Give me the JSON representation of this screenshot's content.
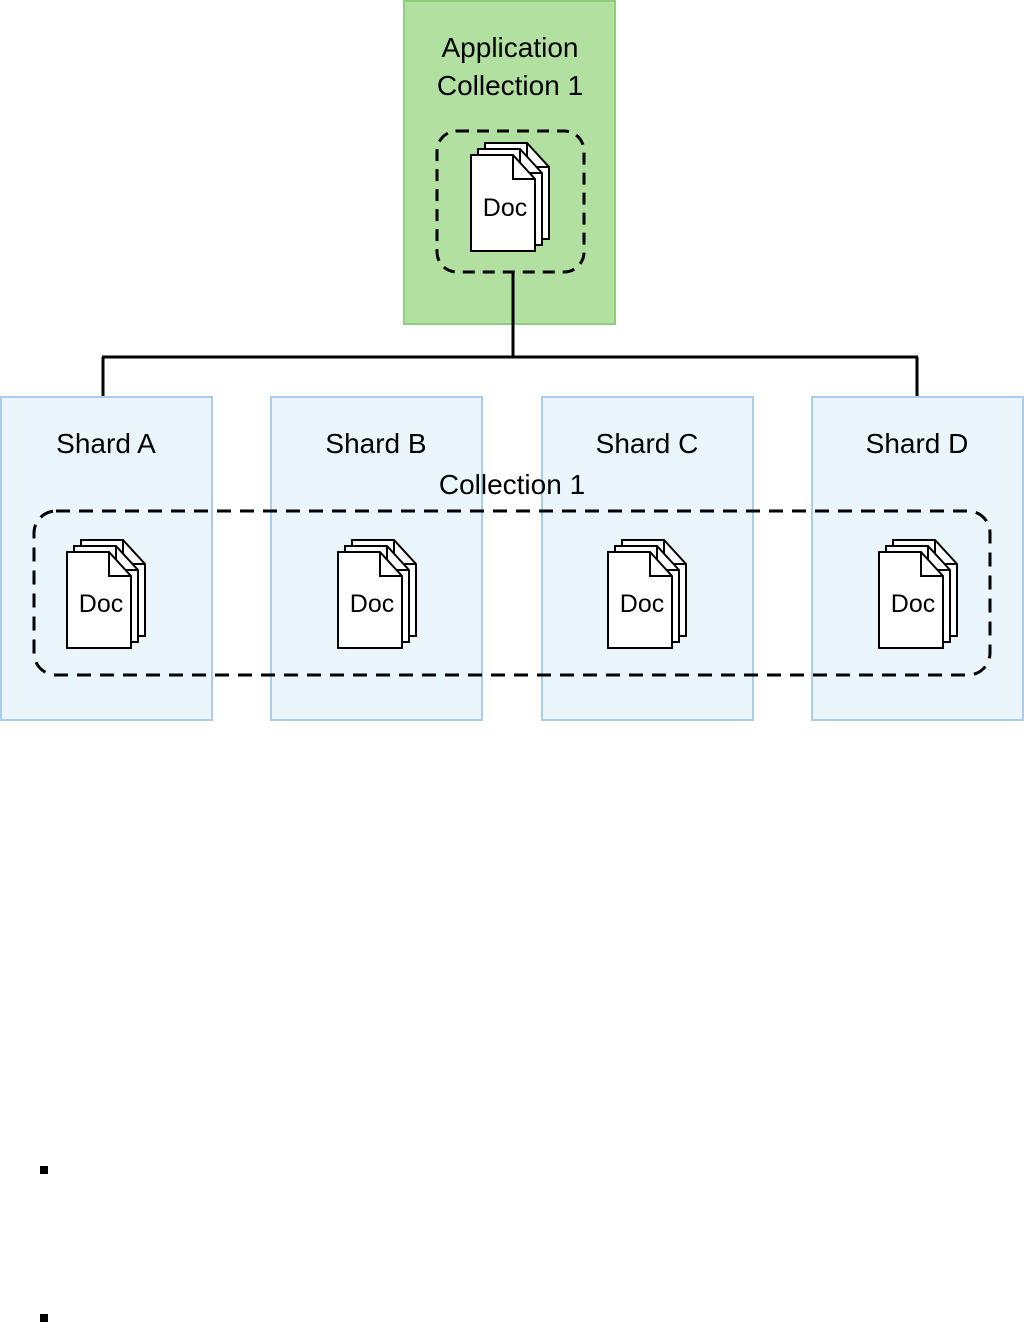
{
  "colors": {
    "app_fill": "#b2e0a0",
    "app_stroke": "#8ed07a",
    "shard_fill": "#eaf6fc",
    "shard_stroke": "#a9cdea",
    "line": "#000000",
    "doc_fill": "#ffffff"
  },
  "application": {
    "title_line1": "Application",
    "title_line2": "Collection 1",
    "doc_label": "Doc"
  },
  "collection_label": "Collection 1",
  "shards": [
    {
      "label": "Shard A",
      "doc_label": "Doc"
    },
    {
      "label": "Shard B",
      "doc_label": "Doc"
    },
    {
      "label": "Shard C",
      "doc_label": "Doc"
    },
    {
      "label": "Shard D",
      "doc_label": "Doc"
    }
  ],
  "icons": [
    "document-stack-icon"
  ],
  "bullets_count": 2
}
